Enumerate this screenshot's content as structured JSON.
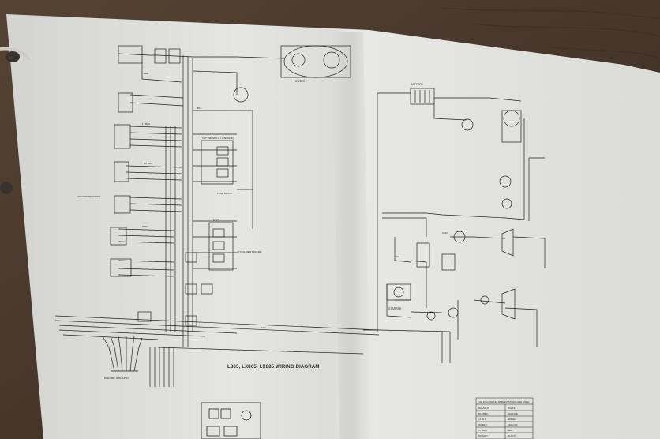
{
  "diagram": {
    "title": "L865, LX865, LX885 WIRING DIAGRAM",
    "labels": {
      "engine_ground": "ENGINE GROUND",
      "starter": "STARTER",
      "battery": "BATTERY",
      "heater": "HEATER",
      "top_nearest_engine": "(TOP NEAREST ENGINE)",
      "top": "(TOP)",
      "attachment_frame": "ATTACHMENT FRAME",
      "ignition_resistor": "IGNITION RESISTOR",
      "fuse_block": "FUSE BLOCK"
    },
    "wire_colors": [
      "BLK",
      "RED",
      "LT BLU",
      "DK BLU",
      "WHT",
      "YEL",
      "ORN",
      "GRN"
    ],
    "legend": {
      "title": "THE FOLLOWING ABBREVIATIONS ARE USED",
      "rows": [
        {
          "abbr": "BLK/WHT",
          "color": "WHITE"
        },
        {
          "abbr": "BLK/BLU",
          "color": "ORANGE"
        },
        {
          "abbr": "LT BLU",
          "color": "GREEN"
        },
        {
          "abbr": "DK BLU",
          "color": "YELLOW"
        },
        {
          "abbr": "LT GRN",
          "color": "RED"
        },
        {
          "abbr": "DK GRN",
          "color": "BLACK"
        }
      ]
    }
  }
}
